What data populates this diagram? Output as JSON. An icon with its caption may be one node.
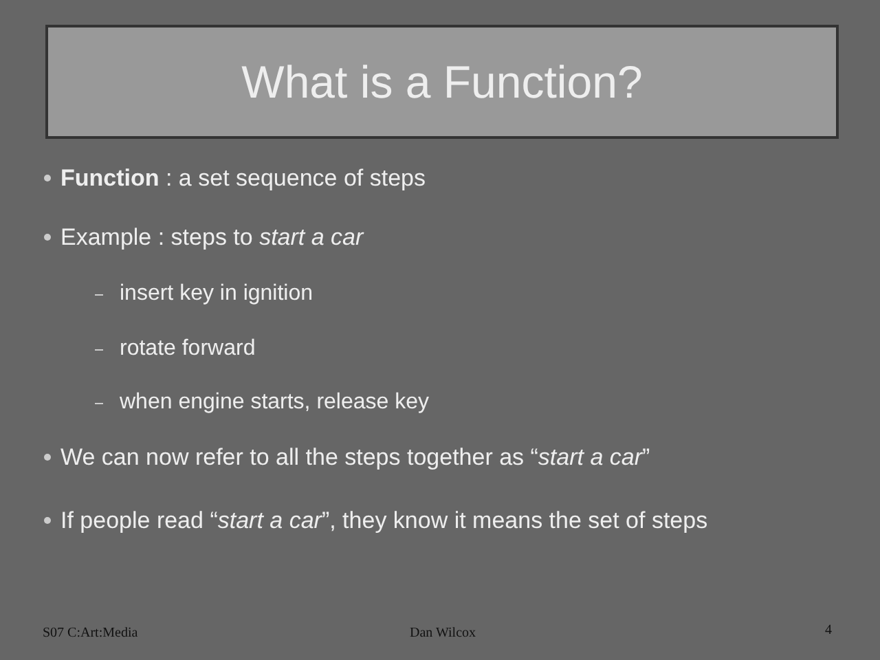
{
  "diagram": {
    "nodes": [
      {
        "text": [
          "What is a Function?"
        ]
      }
    ],
    "labels": [
      "**Function** : a set sequence of steps",
      "Example : steps to *start a car*",
      "insert key in ignition",
      "rotate forward",
      "when engine starts, release key",
      "We can now refer to all the steps together as “*start a car*”",
      "If people read “*start a car*”, they know it means the set of steps",
      "S07 C:Art:Media",
      "Dan Wilcox",
      "4"
    ]
  }
}
